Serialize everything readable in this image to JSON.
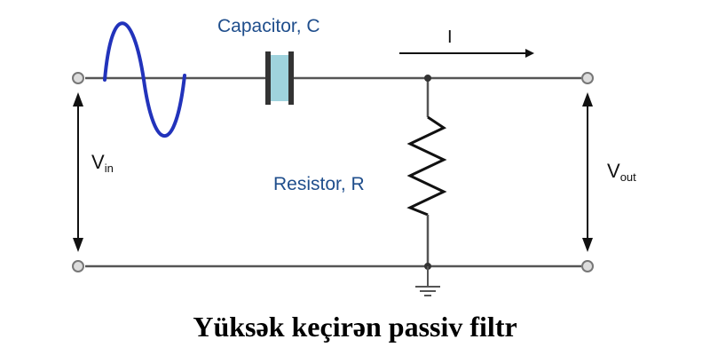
{
  "labels": {
    "capacitor": "Capacitor, C",
    "current": "I",
    "resistor": "Resistor, R",
    "vin_main": "V",
    "vin_sub": "in",
    "vout_main": "V",
    "vout_sub": "out"
  },
  "caption": "Yüksək keçirən passiv filtr",
  "colors": {
    "wire": "#555555",
    "sine": "#2233bb",
    "capacitor_fill": "#9fd3dd",
    "label_blue": "#1f4e8c"
  }
}
